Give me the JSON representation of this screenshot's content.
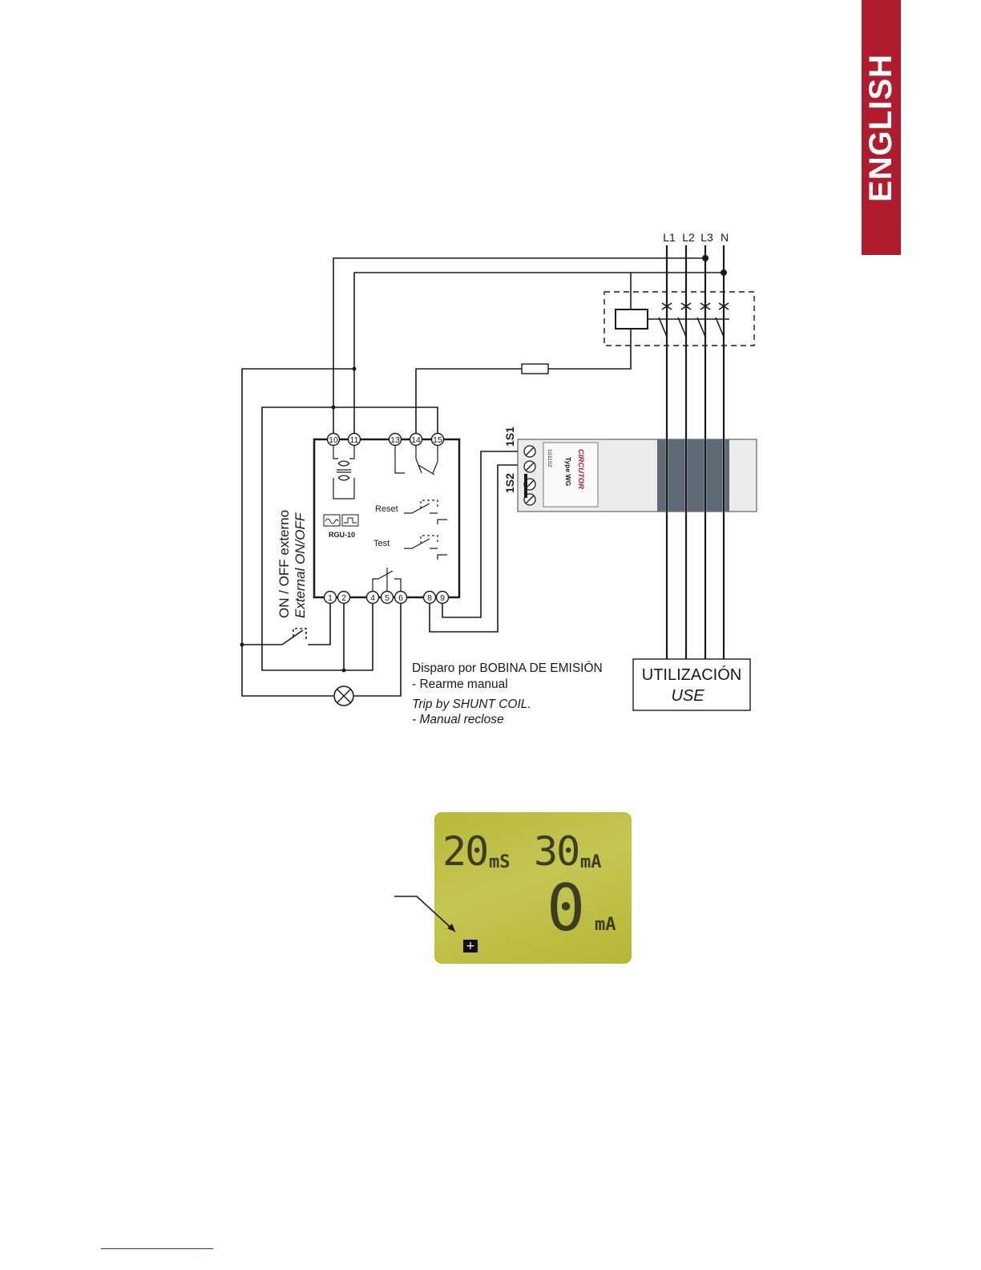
{
  "language_tab": {
    "label": "ENGLISH",
    "color": "#b01c2e"
  },
  "diagram": {
    "lines": {
      "l1": "L1",
      "l2": "L2",
      "l3": "L3",
      "n": "N"
    },
    "device": {
      "name": "RGU-10",
      "reset": "Reset",
      "test": "Test"
    },
    "top_terminals": [
      "10",
      "11",
      "13",
      "14",
      "15"
    ],
    "bottom_terminals": [
      "1",
      "2",
      "4",
      "5",
      "6",
      "8",
      "9"
    ],
    "transformer": {
      "s1": "1S1",
      "s2": "1S2",
      "brand": "CIRCUTOR",
      "type": "Type WG",
      "pins": "1S11S2"
    },
    "external_switch": {
      "es": "ON / OFF externo",
      "en": "External ON/OFF"
    },
    "trip_note": {
      "es_line1": "Disparo por BOBINA DE EMISIÓN",
      "es_line2": "- Rearme manual",
      "en_line1": "Trip by SHUNT COIL.",
      "en_line2": "- Manual reclose"
    },
    "load_box": {
      "es": "UTILIZACIÓN",
      "en": "USE"
    }
  },
  "lcd": {
    "time_value": "20",
    "time_unit": "mS",
    "sens_value": "30",
    "sens_unit": "mA",
    "current_value": "0",
    "current_unit": "mA",
    "indicator": "+"
  }
}
